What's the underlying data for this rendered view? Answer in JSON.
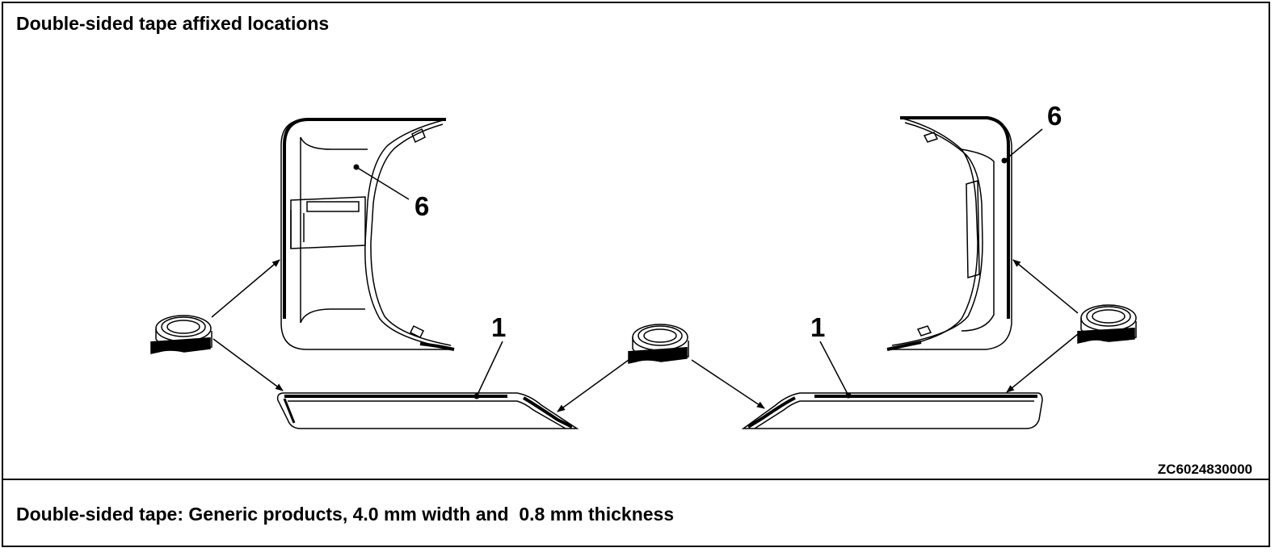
{
  "title": "Double-sided tape affixed locations",
  "figure_code": "ZC602483",
  "figure_suffix": "0000",
  "note": "Double-sided tape: Generic products, 4.0 mm width and  0.8 mm thickness",
  "callouts": {
    "left_panel": "6",
    "right_panel": "6",
    "left_strip": "1",
    "right_strip": "1"
  }
}
